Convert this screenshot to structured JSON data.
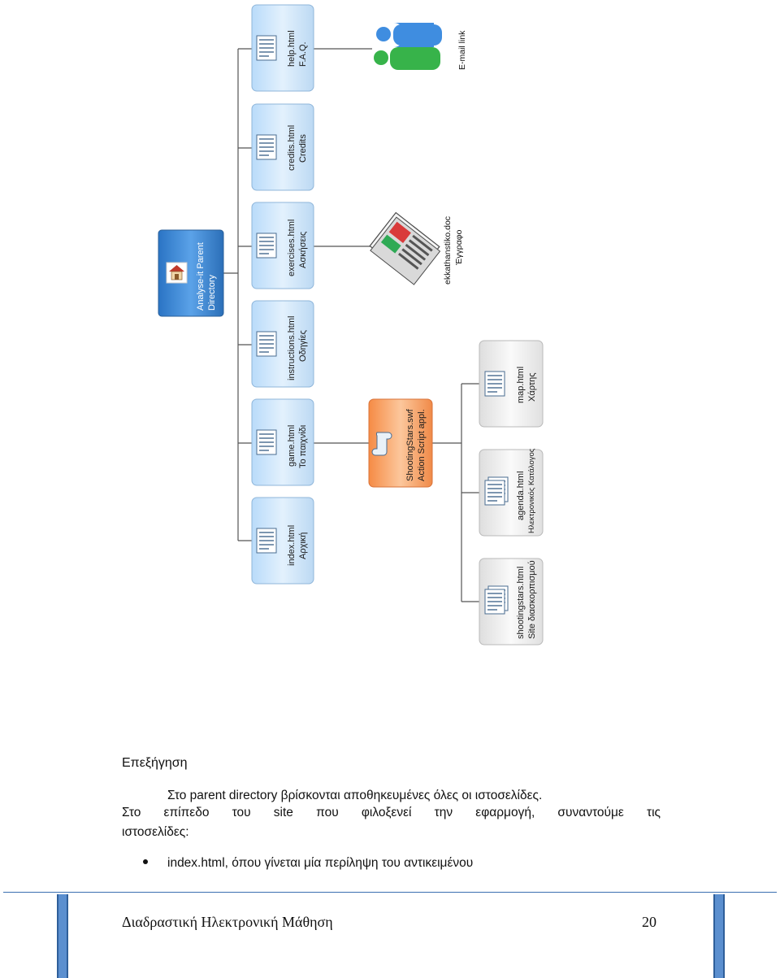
{
  "diagram": {
    "root": {
      "line1": "Analyse-it Parent",
      "line2": "Directory"
    },
    "pages": [
      {
        "file": "index.html",
        "label": "Αρχική"
      },
      {
        "file": "game.html",
        "label": "Το παιχνίδι"
      },
      {
        "file": "instructions.html",
        "label": "Οδηγίες"
      },
      {
        "file": "exercises.html",
        "label": "Ασκήσεις"
      },
      {
        "file": "credits.html",
        "label": "Credits"
      },
      {
        "file": "help.html",
        "label": "F.A.Q."
      }
    ],
    "app": {
      "line1": "ShootingStars.swf",
      "line2": "Action Script appl."
    },
    "sub_pages": [
      {
        "file": "shootingstars.html",
        "label": "Site διασκορπισμού"
      },
      {
        "file": "agenda.html",
        "label": "Ηλεκτρονικός Κατάλογος"
      },
      {
        "file": "map.html",
        "label": "Χάρτης"
      }
    ],
    "document": {
      "file": "ekkathanstiko.doc",
      "label": "Έγγραφο"
    },
    "email": {
      "label": "E-mail link"
    }
  },
  "body": {
    "heading": "Επεξήγηση",
    "para1": "Στο parent directory βρίσκονται αποθηκευμένες όλες οι ιστοσελίδες.",
    "para2": "Στο επίπεδο του site που φιλοξενεί την εφαρμογή, συναντούμε τις",
    "para3": "ιστοσελίδες:",
    "bullets": [
      "index.html, όπου γίνεται μία περίληψη του αντικειμένου"
    ]
  },
  "footer": {
    "title": "Διαδραστική Ηλεκτρονική Μάθηση",
    "page": "20"
  },
  "colors": {
    "page_node": "#cfe6fb",
    "root_node": "#3b87d6",
    "app_node": "#f7a56a",
    "sub_node": "#eeeeee",
    "connector": "#555555",
    "footer_accent": "#5b8fcf"
  }
}
